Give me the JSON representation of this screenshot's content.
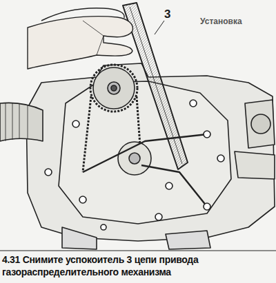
{
  "diagram": {
    "caption": "4.31 Снимите успокоитель 3 цепи привода газораспределительного механизма",
    "labels": [
      "3",
      "Установка"
    ]
  }
}
